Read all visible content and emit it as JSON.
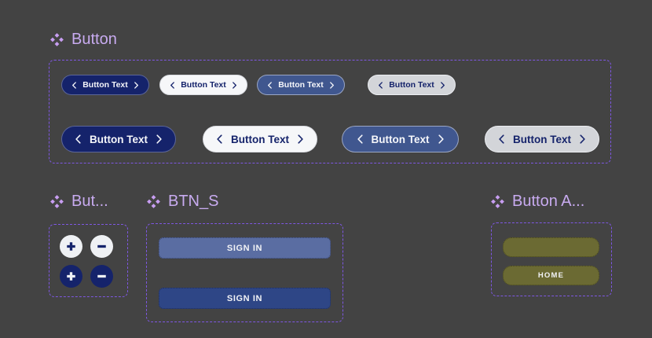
{
  "canvas": {
    "background": "#434343",
    "frame_border": "#7e57e2",
    "title_color": "#c8abf0"
  },
  "button_section": {
    "title": "Button",
    "small_buttons": [
      {
        "label": "Button Text",
        "variant": "navy"
      },
      {
        "label": "Button Text",
        "variant": "white"
      },
      {
        "label": "Button Text",
        "variant": "blue"
      },
      {
        "label": "Button Text",
        "variant": "gray"
      }
    ],
    "large_buttons": [
      {
        "label": "Button Text",
        "variant": "navy"
      },
      {
        "label": "Button Text",
        "variant": "white"
      },
      {
        "label": "Button Text",
        "variant": "blue"
      },
      {
        "label": "Button Text",
        "variant": "gray"
      }
    ]
  },
  "stepper_section": {
    "title": "But...",
    "buttons": [
      {
        "icon": "plus-icon",
        "style": "light"
      },
      {
        "icon": "minus-icon",
        "style": "light"
      },
      {
        "icon": "plus-icon",
        "style": "navy"
      },
      {
        "icon": "minus-icon",
        "style": "navy"
      }
    ]
  },
  "signin_section": {
    "title": "BTN_S",
    "buttons": [
      {
        "label": "SIGN IN",
        "style": "light-blue"
      },
      {
        "label": "SIGN IN",
        "style": "dark-blue"
      }
    ]
  },
  "home_section": {
    "title": "Button A...",
    "buttons": [
      {
        "label": "",
        "style": "olive"
      },
      {
        "label": "HOME",
        "style": "olive"
      }
    ]
  },
  "colors": {
    "navy": "#15236b",
    "white_button": "#f6f7f9",
    "medium_blue": "#40578f",
    "light_gray": "#d3d5d9",
    "signin_light": "#5a6da2",
    "signin_dark": "#2e4686",
    "olive": "#6b6a33"
  }
}
